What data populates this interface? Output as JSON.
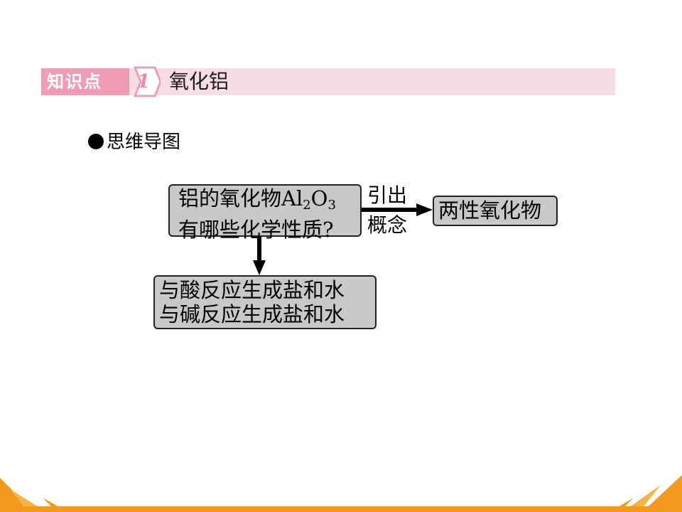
{
  "header": {
    "tag_label": "知识点",
    "badge_number": "1",
    "title": "氧化铝"
  },
  "section": {
    "heading": "思维导图"
  },
  "diagram": {
    "main_node": {
      "line1_prefix": "铝的氧化物Al",
      "line1_sub1": "2",
      "line1_mid": "O",
      "line1_sub2": "3",
      "line2": "有哪些化学性质?"
    },
    "edge_label": {
      "top": "引出",
      "bottom": "概念"
    },
    "result_node": "两性氧化物",
    "reaction_node": {
      "line1": "与酸反应生成盐和水",
      "line2": "与碱反应生成盐和水"
    }
  },
  "colors": {
    "header_band": "#f8dde4",
    "header_tag": "#ef9db4",
    "node_fill": "#c8c8c8",
    "accent_orange": "#f39a1e"
  }
}
